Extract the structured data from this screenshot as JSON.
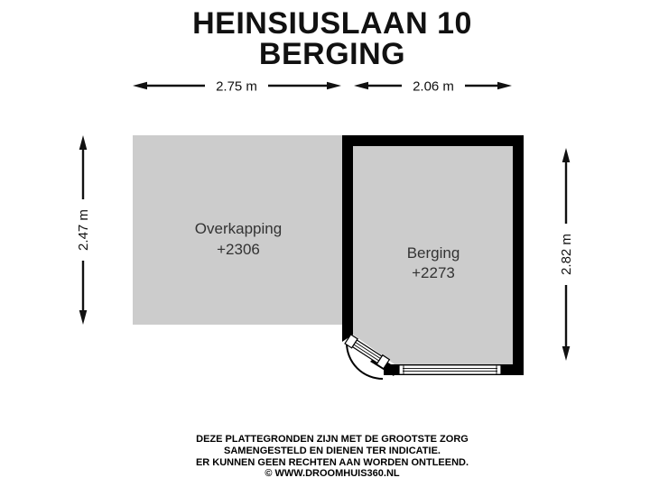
{
  "title": {
    "line1": "HEINSIUSLAAN 10",
    "line2": "BERGING"
  },
  "dimensions": {
    "top_left_width": "2.75 m",
    "top_right_width": "2.06 m",
    "left_height": "2.47 m",
    "right_height": "2.82 m"
  },
  "rooms": [
    {
      "name": "Overkapping",
      "level": "+2306"
    },
    {
      "name": "Berging",
      "level": "+2273"
    }
  ],
  "disclaimer": {
    "line1": "DEZE PLATTEGRONDEN ZIJN MET DE GROOTSTE ZORG",
    "line2": "SAMENGESTELD EN DIENEN TER INDICATIE.",
    "line3": "ER KUNNEN GEEN RECHTEN AAN WORDEN ONTLEEND.",
    "line4": "© WWW.DROOMHUIS360.NL"
  },
  "colors": {
    "wall": "#000000",
    "room_fill": "#cccccc",
    "background": "#ffffff"
  }
}
